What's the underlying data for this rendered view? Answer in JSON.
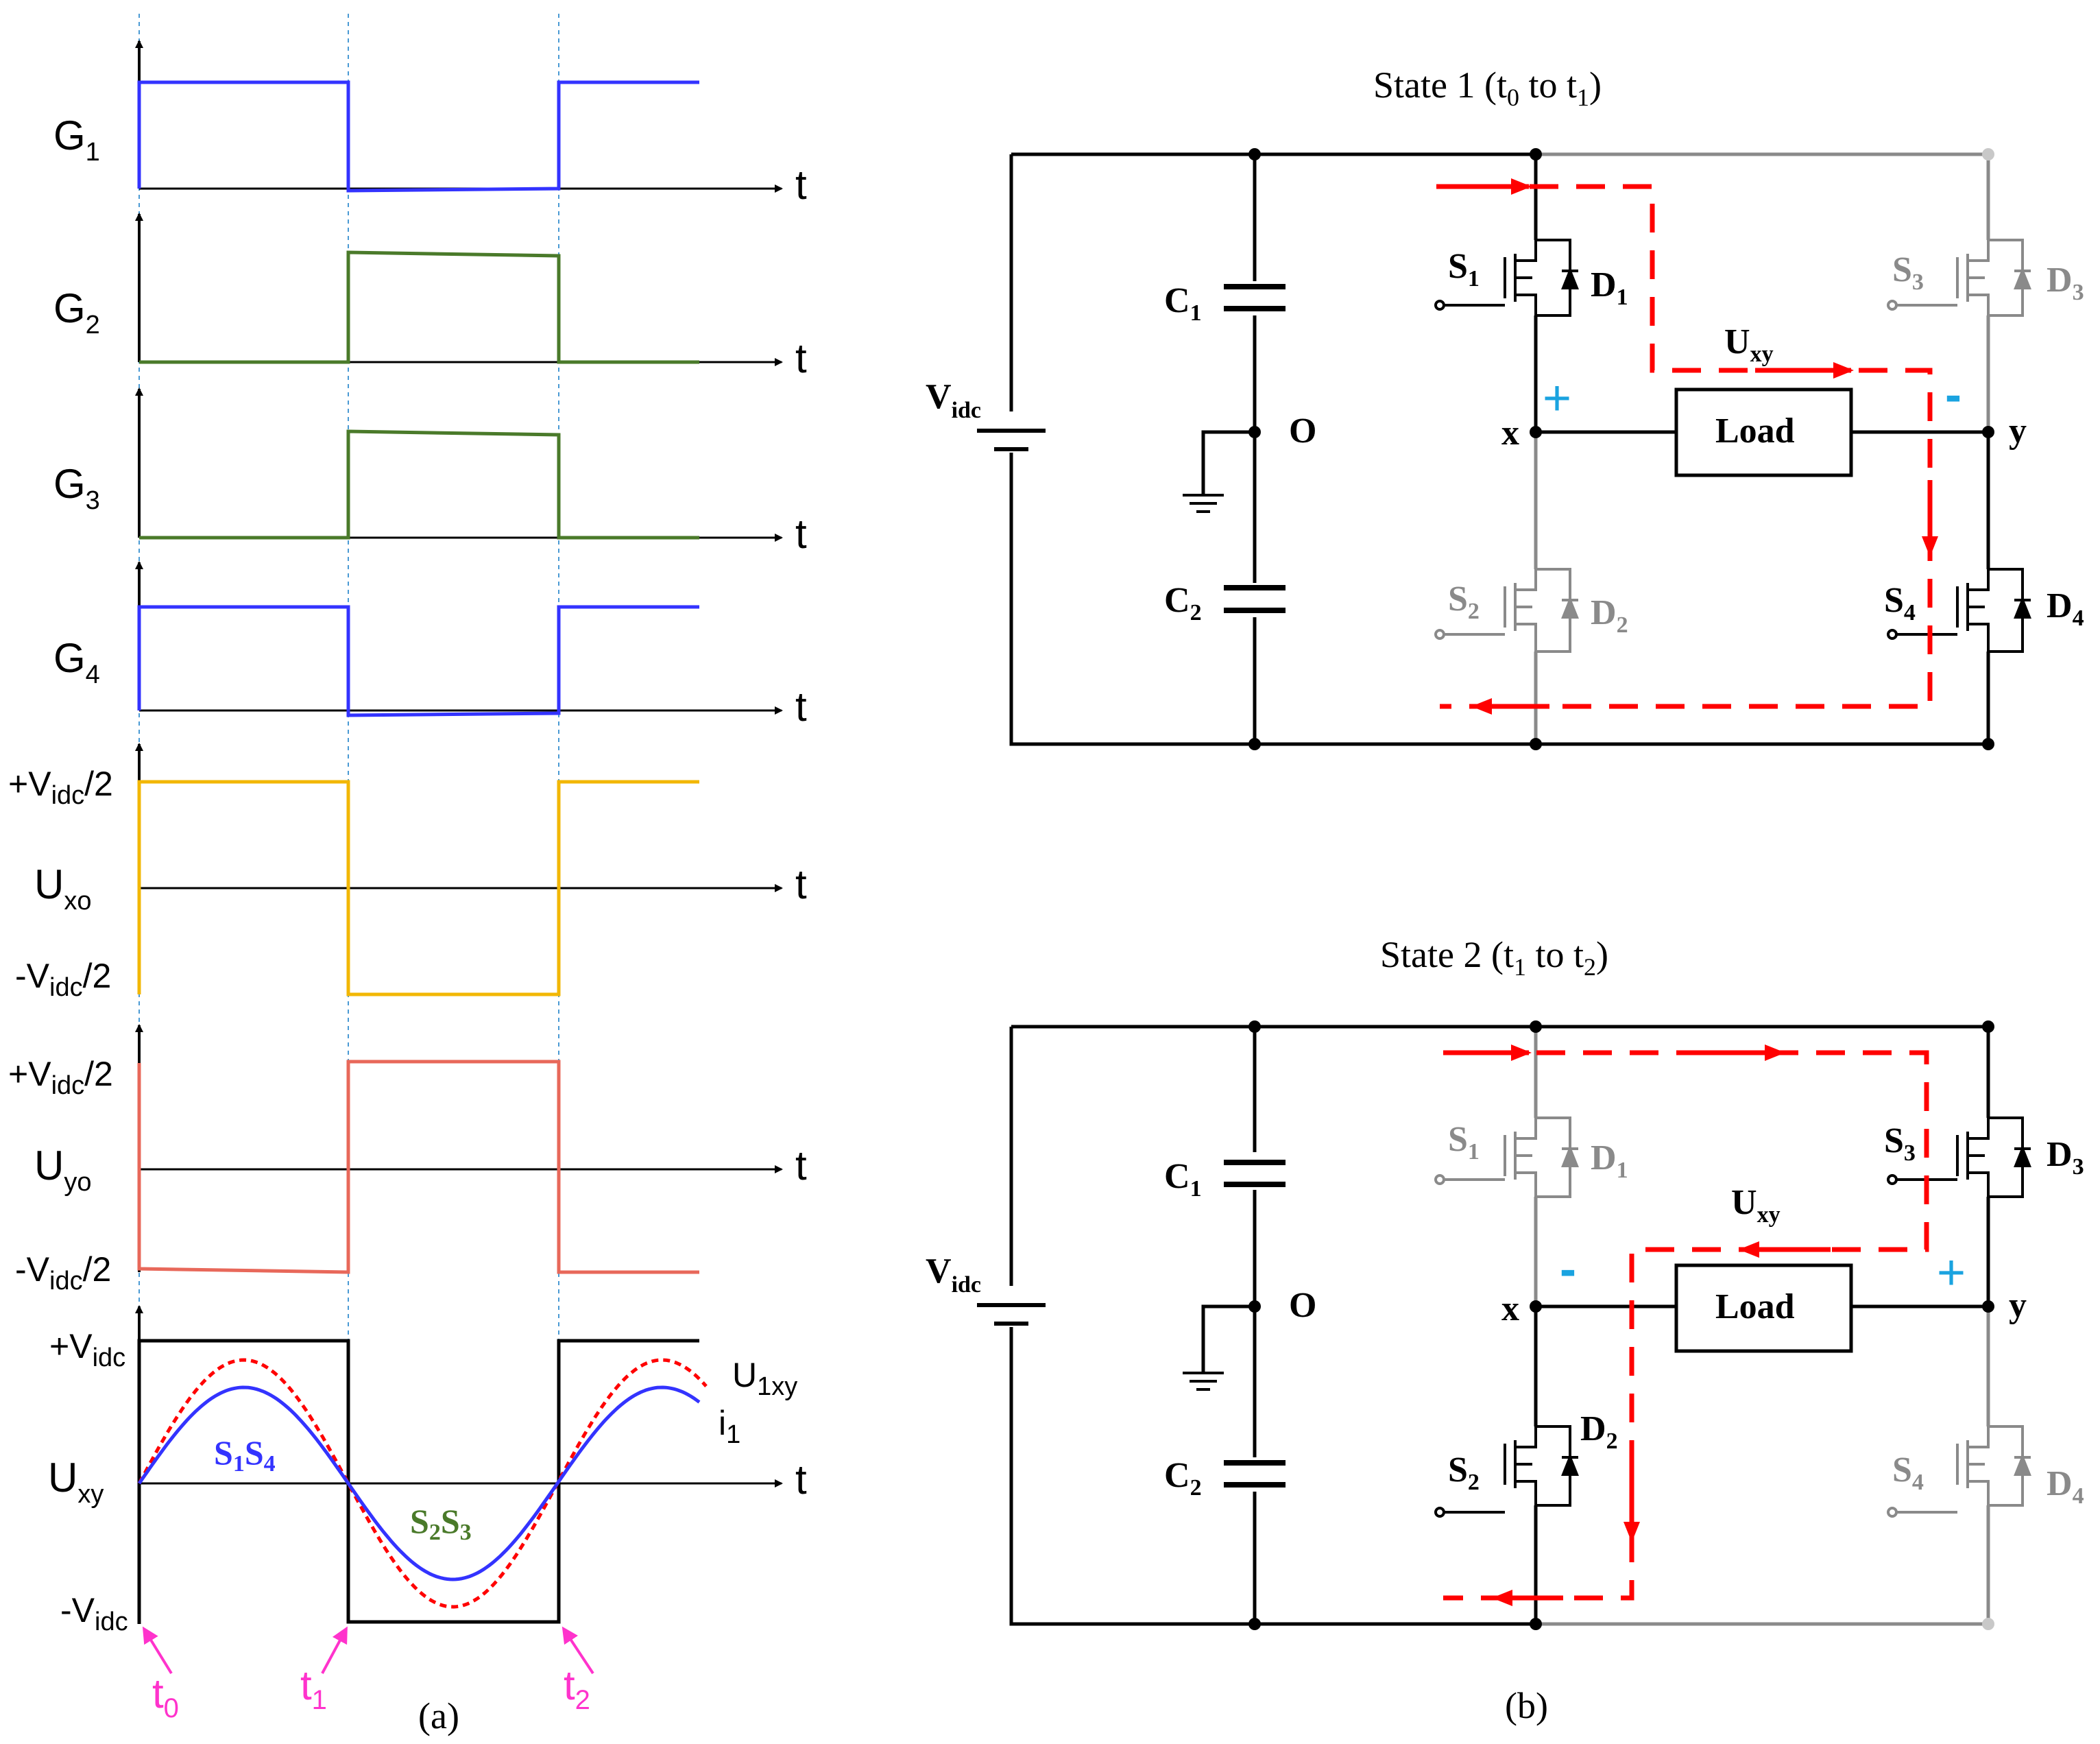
{
  "waveforms": {
    "time_axis_label": "t",
    "gate_labels": [
      {
        "main": "G",
        "sub": "1"
      },
      {
        "main": "G",
        "sub": "2"
      },
      {
        "main": "G",
        "sub": "3"
      },
      {
        "main": "G",
        "sub": "4"
      }
    ],
    "uxo": {
      "main": "U",
      "sub": "xo",
      "pos_main": "+V",
      "pos_sub": "idc",
      "pos_tail": "/2",
      "neg_main": "-V",
      "neg_sub": "idc",
      "neg_tail": "/2"
    },
    "uyo": {
      "main": "U",
      "sub": "yo",
      "pos_main": "+V",
      "pos_sub": "idc",
      "pos_tail": "/2",
      "neg_main": "-V",
      "neg_sub": "idc",
      "neg_tail": "/2"
    },
    "uxy": {
      "main": "U",
      "sub": "xy",
      "pos_main": "+V",
      "pos_sub": "idc",
      "neg_main": "-V",
      "neg_sub": "idc"
    },
    "fundamental": {
      "main": "U",
      "sub": "1xy"
    },
    "current": {
      "main": "i",
      "sub": "1"
    },
    "conduction_1": {
      "a": "S",
      "a_sub": "1",
      "b": "S",
      "b_sub": "4"
    },
    "conduction_2": {
      "a": "S",
      "a_sub": "2",
      "b": "S",
      "b_sub": "3"
    },
    "time_markers": [
      {
        "main": "t",
        "sub": "0"
      },
      {
        "main": "t",
        "sub": "1"
      },
      {
        "main": "t",
        "sub": "2"
      }
    ],
    "panel_label": "(a)"
  },
  "state1": {
    "title_pre": "State 1 (t",
    "title_sub1": "0",
    "title_mid": " to t",
    "title_sub2": "1",
    "title_post": ")",
    "source": {
      "main": "V",
      "sub": "idc"
    },
    "caps": [
      {
        "main": "C",
        "sub": "1"
      },
      {
        "main": "C",
        "sub": "2"
      }
    ],
    "midpoint": "O",
    "switches": [
      {
        "s": "S",
        "ss": "1",
        "d": "D",
        "ds": "1"
      },
      {
        "s": "S",
        "ss": "2",
        "d": "D",
        "ds": "2"
      },
      {
        "s": "S",
        "ss": "3",
        "d": "D",
        "ds": "3"
      },
      {
        "s": "S",
        "ss": "4",
        "d": "D",
        "ds": "4"
      }
    ],
    "voltage": {
      "main": "U",
      "sub": "xy"
    },
    "load": "Load",
    "node_x": "x",
    "node_y": "y",
    "plus": "+",
    "minus": "-"
  },
  "state2": {
    "title_pre": "State 2 (t",
    "title_sub1": "1",
    "title_mid": " to t",
    "title_sub2": "2",
    "title_post": ")",
    "source": {
      "main": "V",
      "sub": "idc"
    },
    "caps": [
      {
        "main": "C",
        "sub": "1"
      },
      {
        "main": "C",
        "sub": "2"
      }
    ],
    "midpoint": "O",
    "switches": [
      {
        "s": "S",
        "ss": "1",
        "d": "D",
        "ds": "1"
      },
      {
        "s": "S",
        "ss": "2",
        "d": "D",
        "ds": "2"
      },
      {
        "s": "S",
        "ss": "3",
        "d": "D",
        "ds": "3"
      },
      {
        "s": "S",
        "ss": "4",
        "d": "D",
        "ds": "4"
      }
    ],
    "voltage": {
      "main": "U",
      "sub": "xy"
    },
    "load": "Load",
    "node_x": "x",
    "node_y": "y",
    "plus": "+",
    "minus": "-"
  },
  "panel_label_b": "(b)",
  "colors": {
    "g1g4": "#3333ff",
    "g2g3": "#4a7a2a",
    "uxo": "#f2b705",
    "uyo": "#e8685a",
    "fundamental": "#ff0000",
    "current": "#3333ff",
    "markers": "#ff33cc",
    "conduction_2": "#4a7a2a",
    "current_path": "#ff0000",
    "polarity": "#1aa3e0",
    "inactive": "#8a8a8a",
    "guides": "#4a9ad4"
  }
}
